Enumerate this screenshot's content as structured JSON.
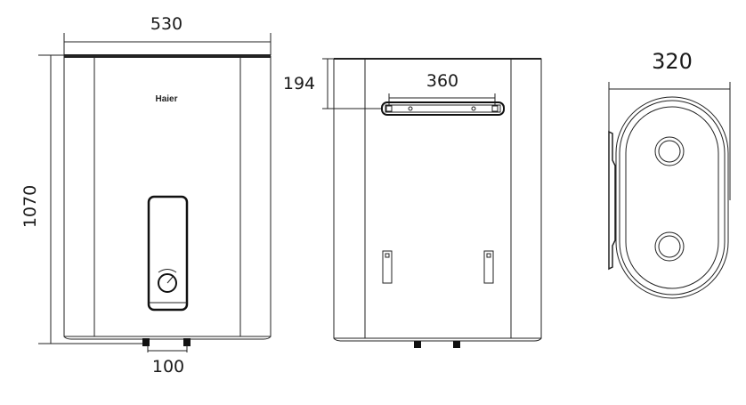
{
  "front_view": {
    "brand": "Haier",
    "width_label": "530",
    "height_label": "1070",
    "pipe_spacing_label": "100"
  },
  "rear_view": {
    "bracket_offset_label": "194",
    "bracket_width_label": "360"
  },
  "side_view": {
    "depth_label": "320"
  },
  "colors": {
    "line": "#222222",
    "text": "#1a1a1a"
  }
}
